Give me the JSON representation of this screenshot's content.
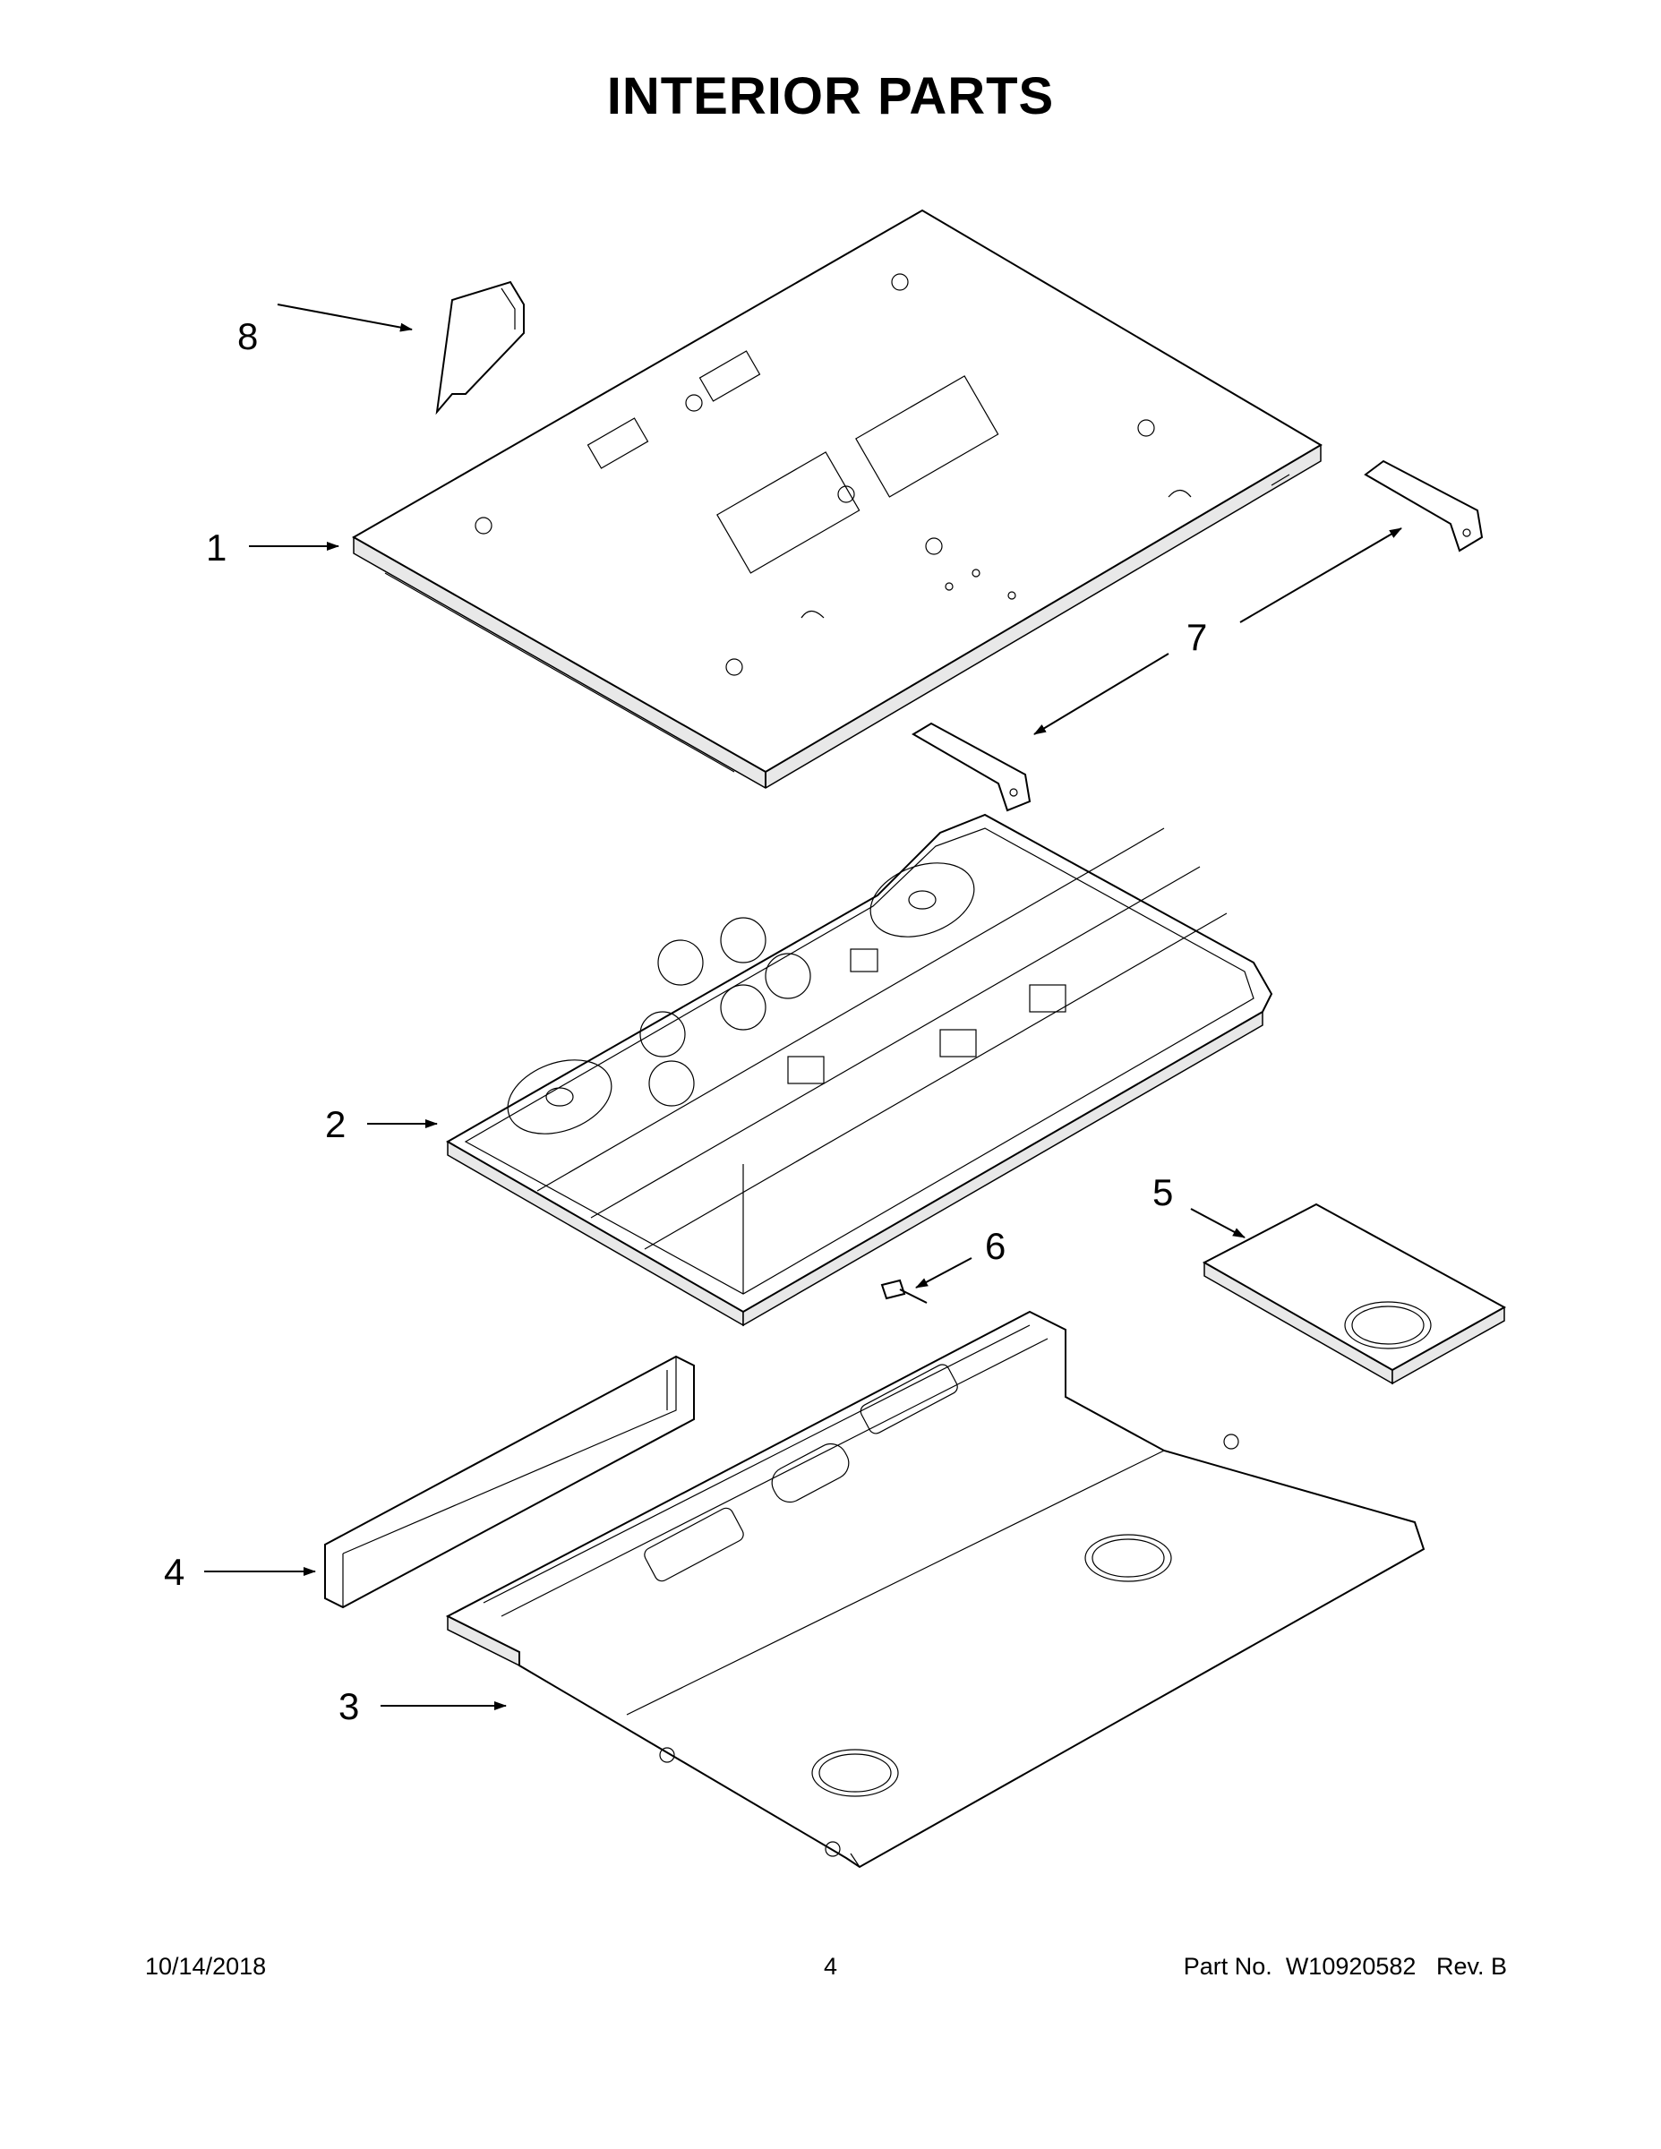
{
  "header": {
    "title": "INTERIOR PARTS"
  },
  "callouts": [
    {
      "id": "1",
      "label": "1"
    },
    {
      "id": "2",
      "label": "2"
    },
    {
      "id": "3",
      "label": "3"
    },
    {
      "id": "4",
      "label": "4"
    },
    {
      "id": "5",
      "label": "5"
    },
    {
      "id": "6",
      "label": "6"
    },
    {
      "id": "7",
      "label": "7"
    },
    {
      "id": "8",
      "label": "8"
    }
  ],
  "footer": {
    "date": "10/14/2018",
    "page": "4",
    "part_label": "Part No.",
    "part_number": "W10920582",
    "revision": "Rev.  B"
  }
}
